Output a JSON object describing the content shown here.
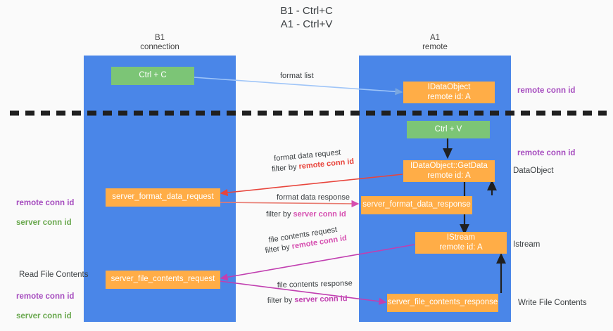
{
  "diagram": {
    "title": "B1 - Ctrl+C\nA1 - Ctrl+V",
    "columns": [
      {
        "id": "b1",
        "heading": "B1\nconnection"
      },
      {
        "id": "a1",
        "heading": "A1\nremote"
      }
    ],
    "nodes": [
      {
        "id": "ctrl-c",
        "label": "Ctrl + C",
        "color": "#7cc576",
        "column": "b1"
      },
      {
        "id": "idataobject",
        "label": "IDataObject\nremote id: A",
        "color": "#ffad47",
        "column": "a1"
      },
      {
        "id": "ctrl-v",
        "label": "Ctrl + V",
        "color": "#7cc576",
        "column": "a1"
      },
      {
        "id": "idataobject-getdata",
        "label": "IDataObject::GetData\nremote id: A",
        "color": "#ffad47",
        "column": "a1"
      },
      {
        "id": "server-format-data-request",
        "label": "server_format_data_request",
        "color": "#ffad47",
        "column": "b1"
      },
      {
        "id": "server-format-data-response",
        "label": "server_format_data_response",
        "color": "#ffad47",
        "column": "a1"
      },
      {
        "id": "istream",
        "label": "IStream\nremote id: A",
        "color": "#ffad47",
        "column": "a1"
      },
      {
        "id": "server-file-contents-request",
        "label": "server_file_contents_request",
        "color": "#ffad47",
        "column": "b1"
      },
      {
        "id": "server-file-contents-response",
        "label": "server_file_contents_response",
        "color": "#ffad47",
        "column": "a1"
      }
    ],
    "edge_labels": [
      {
        "id": "format-list",
        "text": "format list",
        "color": "#3c4043"
      },
      {
        "id": "format-data-request",
        "text": "format data request",
        "color": "#3c4043"
      },
      {
        "id": "format-data-request-filter-prefix",
        "text": "filter by ",
        "emphasis": "remote conn id",
        "emphasis_color": "#e8453c"
      },
      {
        "id": "format-data-response",
        "text": "format data response",
        "color": "#3c4043"
      },
      {
        "id": "format-data-response-filter-prefix",
        "text": "filter by ",
        "emphasis": "server conn id",
        "emphasis_color": "#d64fb0"
      },
      {
        "id": "file-contents-request",
        "text": "file contents request",
        "color": "#3c4043"
      },
      {
        "id": "file-contents-request-filter-prefix",
        "text": "filter by ",
        "emphasis": "remote conn id",
        "emphasis_color": "#d64fb0"
      },
      {
        "id": "file-contents-response",
        "text": "file contents response",
        "color": "#3c4043"
      },
      {
        "id": "file-contents-response-filter-prefix",
        "text": "filter by ",
        "emphasis": "server conn id",
        "emphasis_color": "#c13fb0"
      }
    ],
    "annotations": {
      "right_top_remote_conn_id": "remote conn id",
      "right_mid_remote_conn_id": "remote conn id",
      "right_dataobject": "DataObject",
      "right_istream": "Istream",
      "right_write_file_contents": "Write File Contents",
      "left_conn_ids": {
        "remote": "remote conn id",
        "server": "server conn id"
      },
      "left_read_file_contents": "Read File Contents",
      "left_bottom_conn_ids": {
        "remote": "remote conn id",
        "server": "server conn id"
      }
    },
    "colors": {
      "lane": "#4a86e8",
      "green_box": "#7cc576",
      "orange_box": "#ffad47",
      "purple": "#a64dbf",
      "green_text": "#6aa84f",
      "red_arrow": "#e8453c",
      "pink_arrow": "#d64fb0",
      "magenta_arrow": "#c13fb0",
      "blue_arrow": "#9fc5f8",
      "divider": "#202020",
      "background": "#fafafa"
    }
  }
}
